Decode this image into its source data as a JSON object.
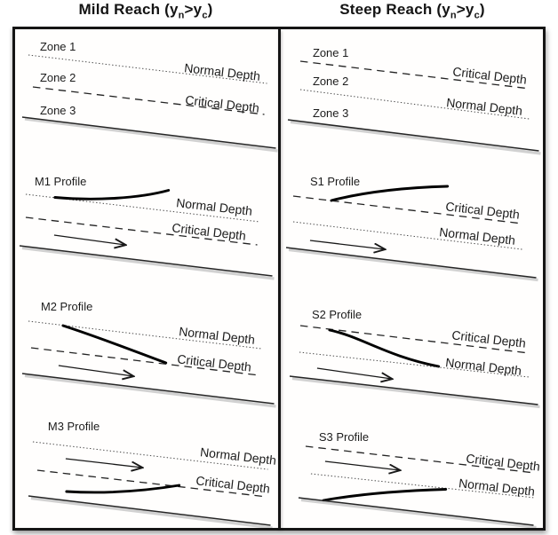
{
  "figure": {
    "left": {
      "title": {
        "pre": "Mild Reach (y",
        "sub_n": "n",
        "mid": ">y",
        "sub_c": "c",
        "post": ")"
      },
      "zones": {
        "zone1": "Zone 1",
        "zone2": "Zone 2",
        "zone3": "Zone 3",
        "upper_line_label": "Normal Depth",
        "lower_line_label": "Critical Depth"
      },
      "profiles": [
        {
          "name": "M1 Profile",
          "upper_line_label": "Normal Depth",
          "lower_line_label": "Critical Depth"
        },
        {
          "name": "M2 Profile",
          "upper_line_label": "Normal Depth",
          "lower_line_label": "Critical Depth"
        },
        {
          "name": "M3 Profile",
          "upper_line_label": "Normal Depth",
          "lower_line_label": "Critical Depth"
        }
      ]
    },
    "right": {
      "title": {
        "pre": "Steep Reach (y",
        "sub_n": "n",
        "mid": ">y",
        "sub_c": "c",
        "post": ")"
      },
      "zones": {
        "zone1": "Zone 1",
        "zone2": "Zone 2",
        "zone3": "Zone 3",
        "upper_line_label": "Critical Depth",
        "lower_line_label": "Normal Depth"
      },
      "profiles": [
        {
          "name": "S1 Profile",
          "upper_line_label": "Critical Depth",
          "lower_line_label": "Normal Depth"
        },
        {
          "name": "S2 Profile",
          "upper_line_label": "Critical Depth",
          "lower_line_label": "Normal Depth"
        },
        {
          "name": "S3 Profile",
          "upper_line_label": "Critical Depth",
          "lower_line_label": "Normal Depth"
        }
      ]
    },
    "colors": {
      "ink": "#1a1a1a",
      "frame": "#151515",
      "bed_shadow": "#c2c2c2",
      "background": "#ffffff"
    }
  }
}
